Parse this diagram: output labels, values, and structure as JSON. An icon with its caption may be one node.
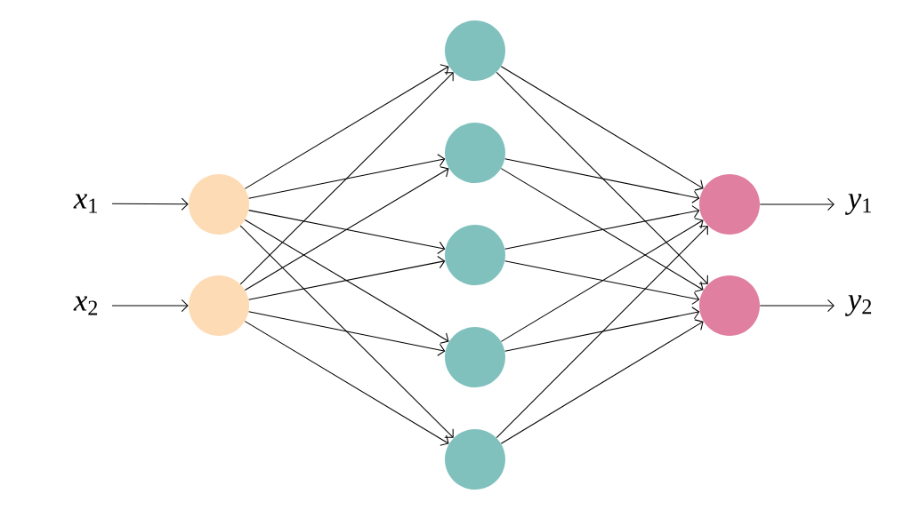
{
  "diagram": {
    "nodes": [
      {
        "text": [
          "*x*$_{1}$"
        ]
      },
      {
        "text": [
          "*x*$_{2}$"
        ]
      },
      {
        "text": [],
        "shape": "circle"
      },
      {
        "text": [],
        "shape": "circle"
      },
      {
        "text": [],
        "shape": "circle"
      },
      {
        "text": [],
        "shape": "circle"
      },
      {
        "text": [],
        "shape": "circle"
      },
      {
        "text": [],
        "shape": "circle"
      },
      {
        "text": [],
        "shape": "circle"
      },
      {
        "text": [],
        "shape": "circle"
      },
      {
        "text": [],
        "shape": "circle"
      },
      {
        "text": [
          "*y*$_{1}$"
        ]
      },
      {
        "text": [
          "*y*$_{2}$"
        ]
      }
    ],
    "edges": [
      {
        "from": 0,
        "to": 2,
        "arrow": "to"
      },
      {
        "from": 1,
        "to": 3,
        "arrow": "to"
      },
      {
        "from": 2,
        "to": 4,
        "arrow": "to"
      },
      {
        "from": 2,
        "to": 5,
        "arrow": "to"
      },
      {
        "from": 2,
        "to": 6,
        "arrow": "to"
      },
      {
        "from": 2,
        "to": 7,
        "arrow": "to"
      },
      {
        "from": 2,
        "to": 8,
        "arrow": "to"
      },
      {
        "from": 3,
        "to": 4,
        "arrow": "to"
      },
      {
        "from": 3,
        "to": 5,
        "arrow": "to"
      },
      {
        "from": 3,
        "to": 6,
        "arrow": "to"
      },
      {
        "from": 3,
        "to": 7,
        "arrow": "to"
      },
      {
        "from": 3,
        "to": 8,
        "arrow": "to"
      },
      {
        "from": 4,
        "to": 9,
        "arrow": "to"
      },
      {
        "from": 4,
        "to": 10,
        "arrow": "to"
      },
      {
        "from": 5,
        "to": 9,
        "arrow": "to"
      },
      {
        "from": 5,
        "to": 10,
        "arrow": "to"
      },
      {
        "from": 6,
        "to": 9,
        "arrow": "to"
      },
      {
        "from": 6,
        "to": 10,
        "arrow": "to"
      },
      {
        "from": 7,
        "to": 9,
        "arrow": "to"
      },
      {
        "from": 7,
        "to": 10,
        "arrow": "to"
      },
      {
        "from": 8,
        "to": 9,
        "arrow": "to"
      },
      {
        "from": 8,
        "to": 10,
        "arrow": "to"
      },
      {
        "from": 9,
        "to": 11,
        "arrow": "to"
      },
      {
        "from": 10,
        "to": 12,
        "arrow": "to"
      }
    ]
  }
}
